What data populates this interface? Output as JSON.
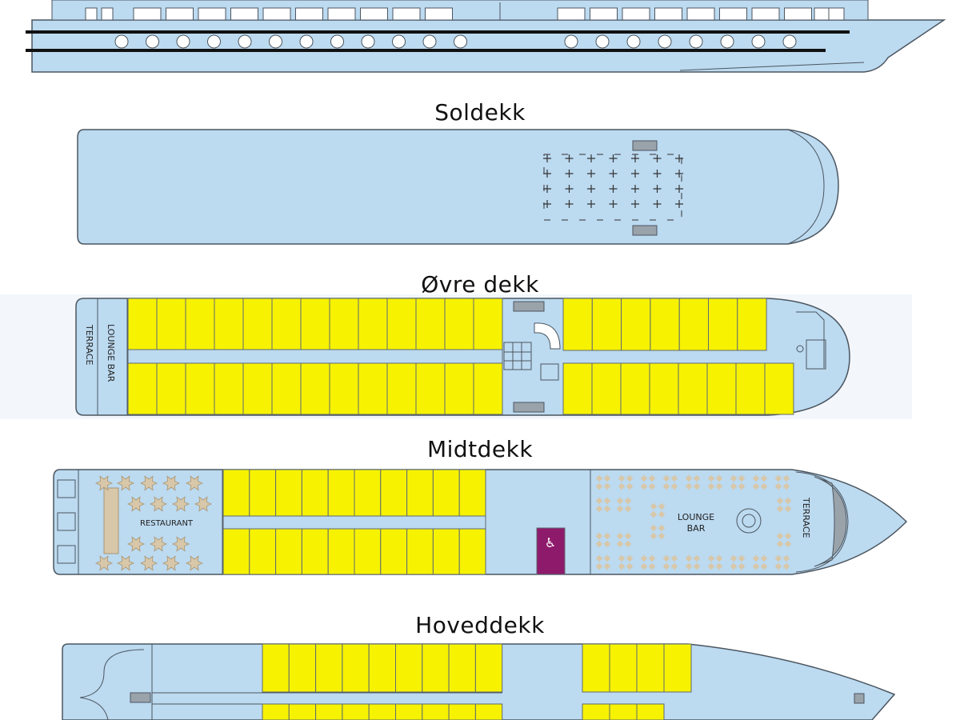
{
  "decks": [
    {
      "id": "soldekk",
      "title": "Soldekk"
    },
    {
      "id": "ovre",
      "title": "Øvre dekk",
      "labels": {
        "terrace": "TERRACE",
        "lounge_bar": "LOUNGE BAR"
      }
    },
    {
      "id": "midtdekk",
      "title": "Midtdekk",
      "labels": {
        "restaurant": "RESTAURANT",
        "lounge": "LOUNGE",
        "bar": "BAR",
        "terrace": "TERRACE"
      }
    },
    {
      "id": "hoveddekk",
      "title": "Hoveddekk"
    }
  ],
  "colors": {
    "hull": "#bcdaf0",
    "cabin": "#f7f200",
    "accessible": "#8e1a6b",
    "furniture": "#d8c7a8",
    "outline": "#4b5660"
  },
  "icons": {
    "accessible": "wheelchair-icon"
  }
}
